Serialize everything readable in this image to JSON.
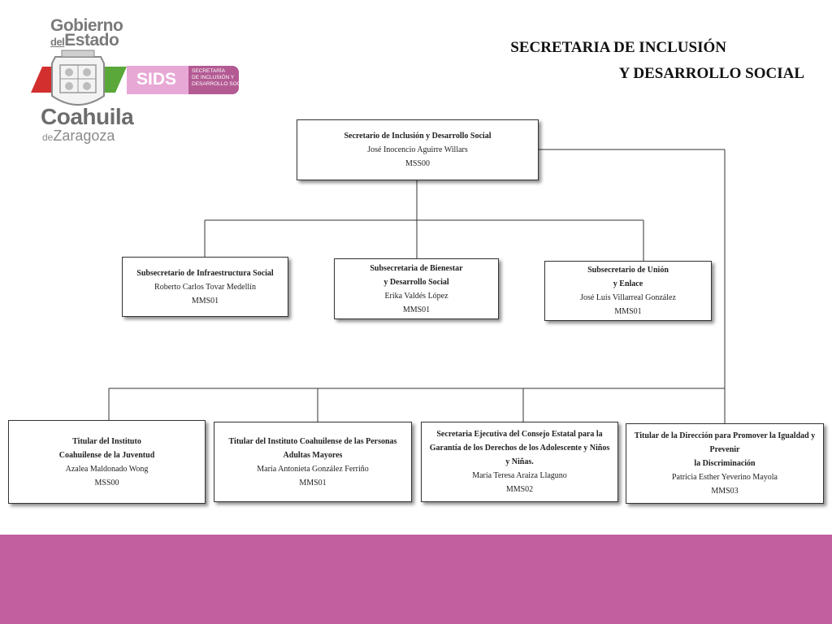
{
  "logo": {
    "line1": "Gobierno",
    "line2_small": "del",
    "line2": "Estado",
    "state": "Coahuila",
    "sub_small": "de",
    "sub": "Zaragoza",
    "sids": "SIDS",
    "sids_sub": "SECRETARÍA\nDE INCLUSIÓN Y\nDESARROLLO SOCIAL",
    "colors": {
      "red": "#d32f2f",
      "green": "#5aa83a",
      "pink": "#e8a8d6",
      "purple": "#b35a93"
    }
  },
  "header": {
    "title_line1": "SECRETARIA DE INCLUSIÓN",
    "title_line2": "Y DESARROLLO SOCIAL"
  },
  "org": {
    "top": {
      "role": "Secretario de Inclusión y Desarrollo Social",
      "name": "José Inocencio Aguirre Willars",
      "code": "MSS00"
    },
    "sub1": {
      "role": "Subsecretario de Infraestructura Social",
      "name": "Roberto Carlos Tovar Medellín",
      "code": "MMS01"
    },
    "sub2": {
      "role": "Subsecretaria de Bienestar\ny Desarrollo Social",
      "name": "Erika Valdés López",
      "code": "MMS01"
    },
    "sub3": {
      "role": "Subsecretario de Unión\ny Enlace",
      "name": "José Luis Villarreal González",
      "code": "MMS01"
    },
    "bot1": {
      "role": "Titular del Instituto\nCoahuilense de la Juventud",
      "name": "Azalea Maldonado Wong",
      "code": "MSS00"
    },
    "bot2": {
      "role": "Titular del Instituto Coahuilense de las Personas\nAdultas Mayores",
      "name": "María Antonieta González Ferriño",
      "code": "MMS01"
    },
    "bot3": {
      "role": "Secretaria Ejecutiva del Consejo Estatal para la\nGarantía de los Derechos de los Adolescente y Niños\ny Niñas.",
      "name": "María   Teresa Araiza Llaguno",
      "code": "MMS02"
    },
    "bot4": {
      "role": "Titular de la Dirección para Promover la Igualdad y\nPrevenir\nla Discriminación",
      "name": "Patricia Esther Yeverino  Mayola",
      "code": "MMS03"
    }
  },
  "footer": {
    "color": "#c2609f"
  }
}
